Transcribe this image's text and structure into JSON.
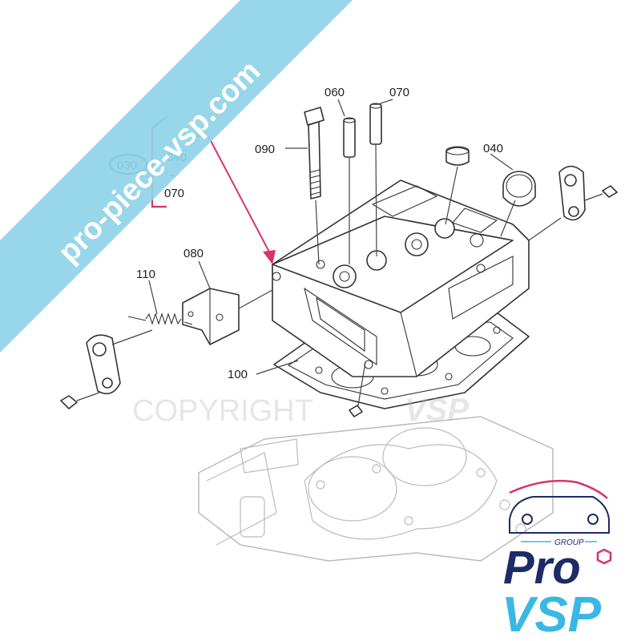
{
  "parts": {
    "p030": "030",
    "p040": "040",
    "p060": "060",
    "p070": "070",
    "p080": "080",
    "p090": "090",
    "p100": "100",
    "p110": "110"
  },
  "callout": {
    "first": "030",
    "second": "040",
    "tilde": "~",
    "third": "070"
  },
  "watermark": {
    "banner": "pro-piece-vsp.com",
    "copyright": "COPYRIGHT"
  },
  "logo": {
    "group": "GROUP",
    "pro": "Pro",
    "vsp": "VSP"
  },
  "colors": {
    "banner": "#8fd3e8",
    "accent": "#d8336e",
    "navy": "#1d2b66",
    "cyan": "#39b8e6"
  }
}
